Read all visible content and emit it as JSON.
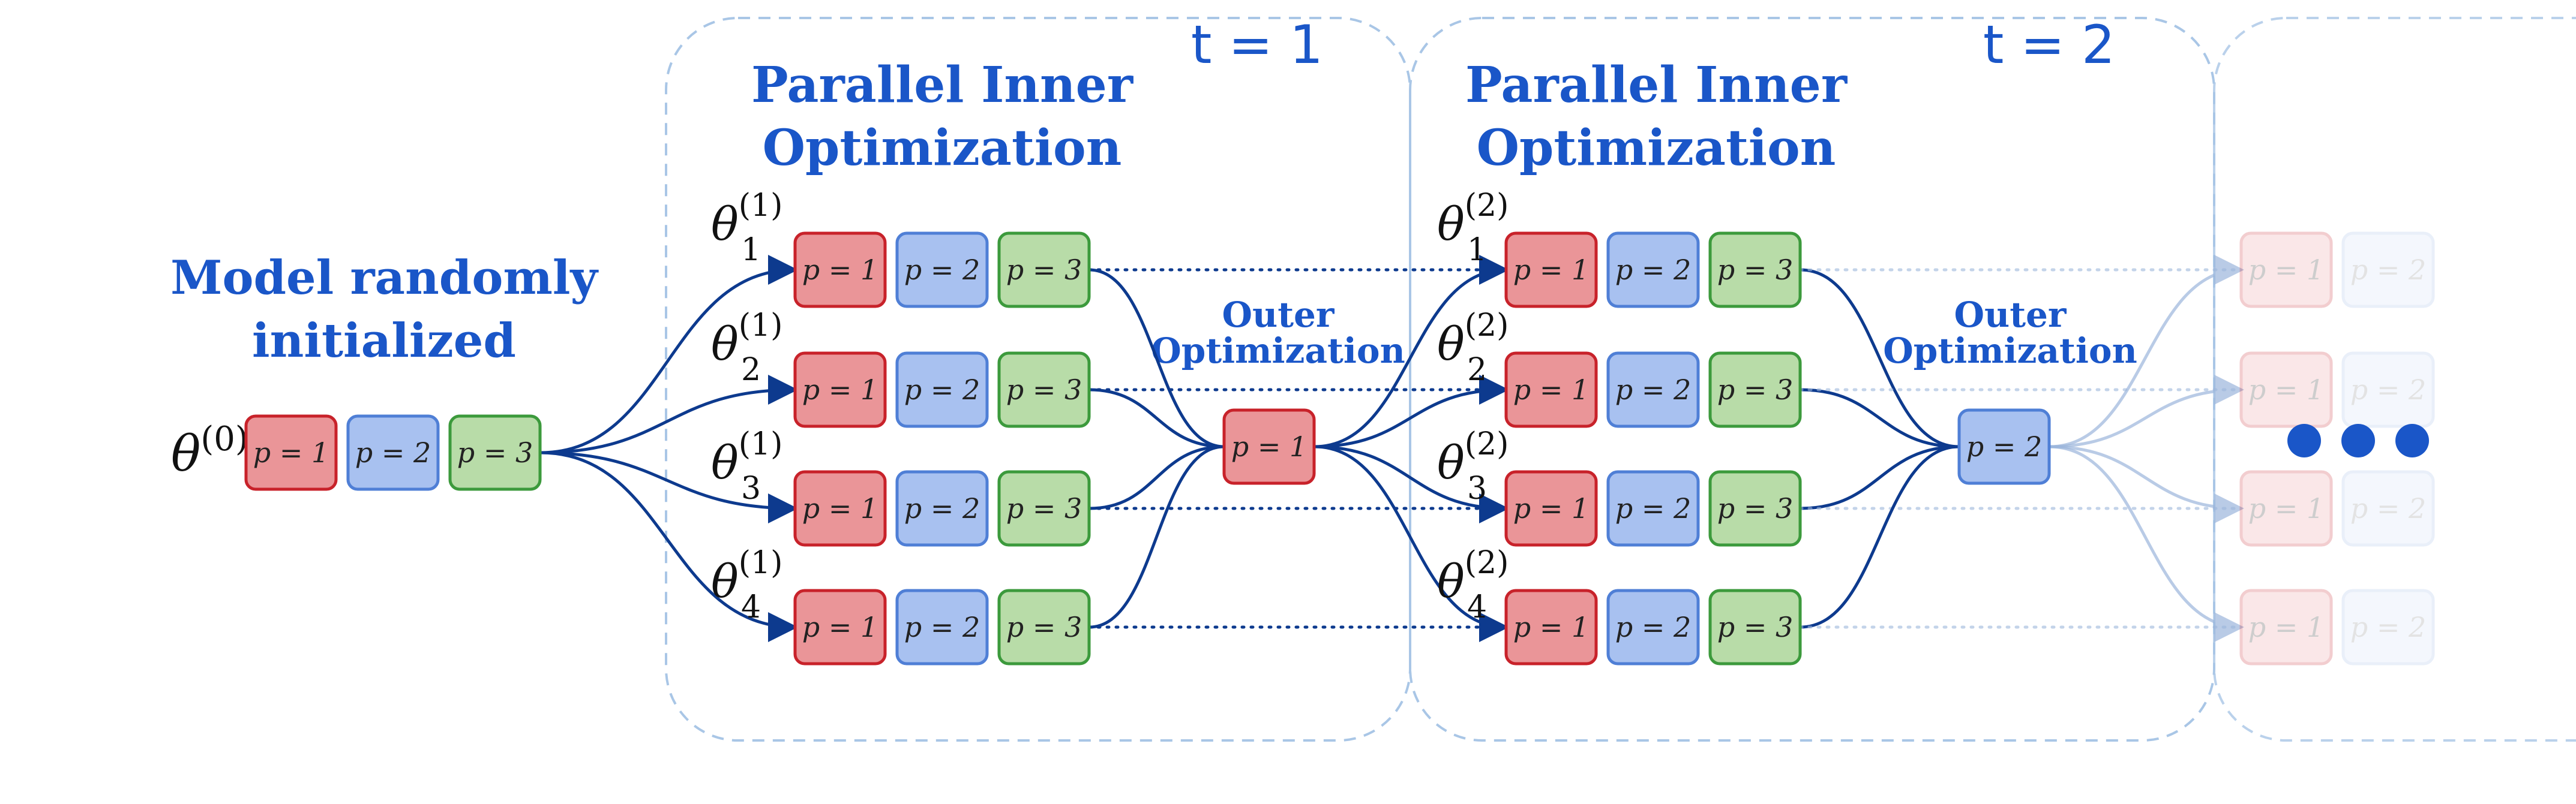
{
  "init": {
    "title_line1": "Model randomly",
    "title_line2": "initialized",
    "param_symbol": "θ",
    "param_sup": "(0)"
  },
  "steps": [
    {
      "time_label": "t = 1",
      "inner_title_line1": "Parallel Inner",
      "inner_title_line2": "Optimization",
      "outer_title_line1": "Outer",
      "outer_title_line2": "Optimization",
      "param_symbol": "θ",
      "param_sup": "(1)",
      "param_subs": [
        "1",
        "2",
        "3",
        "4"
      ],
      "outer_result": "p = 1"
    },
    {
      "time_label": "t = 2",
      "inner_title_line1": "Parallel Inner",
      "inner_title_line2": "Optimization",
      "outer_title_line1": "Outer",
      "outer_title_line2": "Optimization",
      "param_symbol": "θ",
      "param_sup": "(2)",
      "param_subs": [
        "1",
        "2",
        "3",
        "4"
      ],
      "outer_result": "p = 2"
    }
  ],
  "partitions": [
    "p = 1",
    "p = 2",
    "p = 3"
  ],
  "colors": {
    "p1_fill": "#ea9598",
    "p1_stroke": "#c8222a",
    "p2_fill": "#a8c1f0",
    "p2_stroke": "#4f7fd6",
    "p3_fill": "#b8dca8",
    "p3_stroke": "#3c9a3c",
    "accent": "#1a56c8",
    "arrow": "#0d3a8e",
    "frame": "#a9c6e6"
  },
  "continuation_icon": "ellipsis-dots-icon"
}
